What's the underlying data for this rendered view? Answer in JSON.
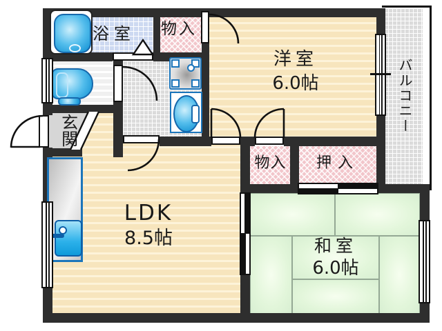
{
  "rooms": {
    "bathroom": {
      "label": "浴室"
    },
    "storage_top": {
      "label": "物入"
    },
    "western_room": {
      "label": "洋室",
      "size": "6.0帖"
    },
    "balcony": {
      "label": "バルコニー"
    },
    "entrance": {
      "label": "玄関"
    },
    "ldk": {
      "label": "LDK",
      "size": "8.5帖"
    },
    "storage_mid": {
      "label": "物入"
    },
    "closet": {
      "label": "押入"
    },
    "japanese_room": {
      "label": "和室",
      "size": "6.0帖"
    }
  },
  "fixtures": {
    "bathtub": "bathtub-icon",
    "washing_machine": "washing-machine-icon",
    "washbasin": "washbasin-icon",
    "toilet": "toilet-icon",
    "kitchen_sink": "kitchen-sink-icon"
  },
  "colors": {
    "wall": "#2e2e2e",
    "floor_cream": "#f7e5bd",
    "tatami_green": "#e2f6da",
    "closet_pink": "#f2c6cb",
    "bath_blue": "#cdd9f1",
    "tile_gray": "#dbdbdb",
    "fixture_blue": "#1e9de0",
    "fixture_border": "#1668ac"
  }
}
